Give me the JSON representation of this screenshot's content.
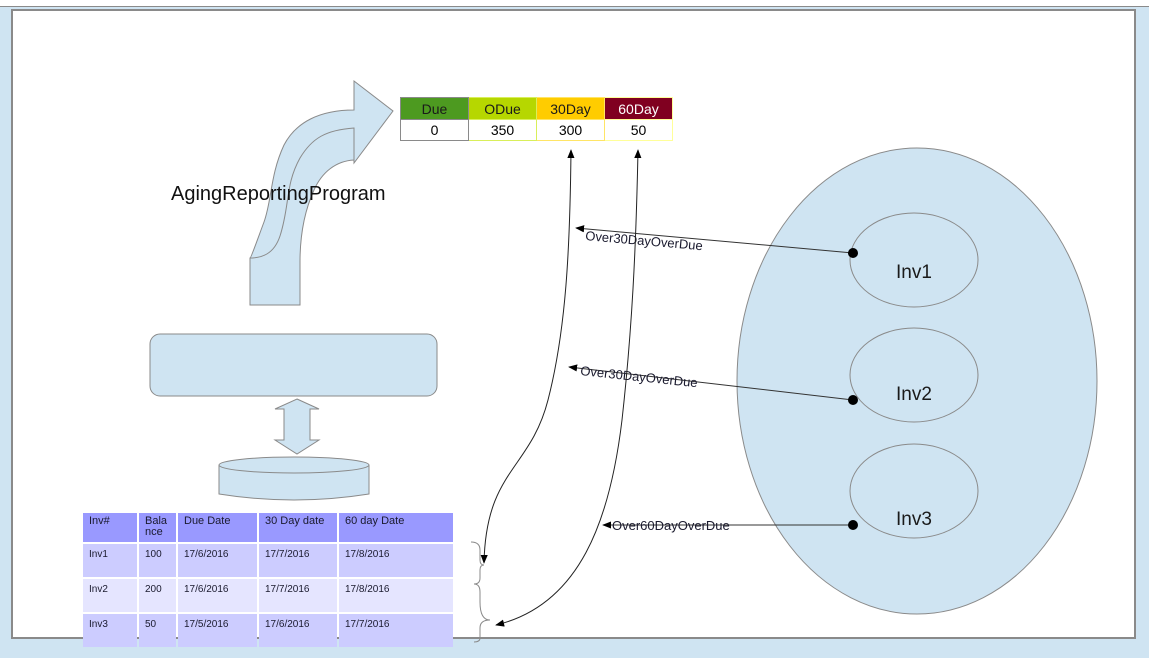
{
  "diagram": {
    "program_label": "AgingReportingProgram",
    "summary_table": {
      "headers": [
        {
          "label": "Due",
          "bg": "#4d9a20",
          "fg": "#1a1a1a",
          "border": "#8a8a8a"
        },
        {
          "label": "ODue",
          "bg": "#b6d700",
          "fg": "#1a1a1a",
          "border": "#d9ef5a"
        },
        {
          "label": "30Day",
          "bg": "#ffcc00",
          "fg": "#1a1a1a",
          "border": "#ffe566"
        },
        {
          "label": "60Day",
          "bg": "#800020",
          "fg": "#ffffff",
          "border": "#ffff99"
        }
      ],
      "values": [
        "0",
        "350",
        "300",
        "50"
      ]
    },
    "invoice_table": {
      "headers": [
        "Inv#",
        "Bala nce",
        "Due Date",
        "30 Day date",
        "60 day Date"
      ],
      "rows": [
        [
          "Inv1",
          "100",
          "17/6/2016",
          "17/7/2016",
          "17/8/2016"
        ],
        [
          "Inv2",
          "200",
          "17/6/2016",
          "17/7/2016",
          "17/8/2016"
        ],
        [
          "Inv3",
          "50",
          "17/5/2016",
          "17/6/2016",
          "17/7/2016"
        ]
      ]
    },
    "invoices": [
      {
        "label": "Inv1",
        "relation": "Over30DayOverDue"
      },
      {
        "label": "Inv2",
        "relation": "Over30DayOverDue"
      },
      {
        "label": "Inv3",
        "relation": "Over60DayOverDue"
      }
    ],
    "colors": {
      "shape_fill": "#cfe4f2",
      "shape_stroke": "#8a8a8a",
      "line": "#1a1a1a"
    }
  }
}
